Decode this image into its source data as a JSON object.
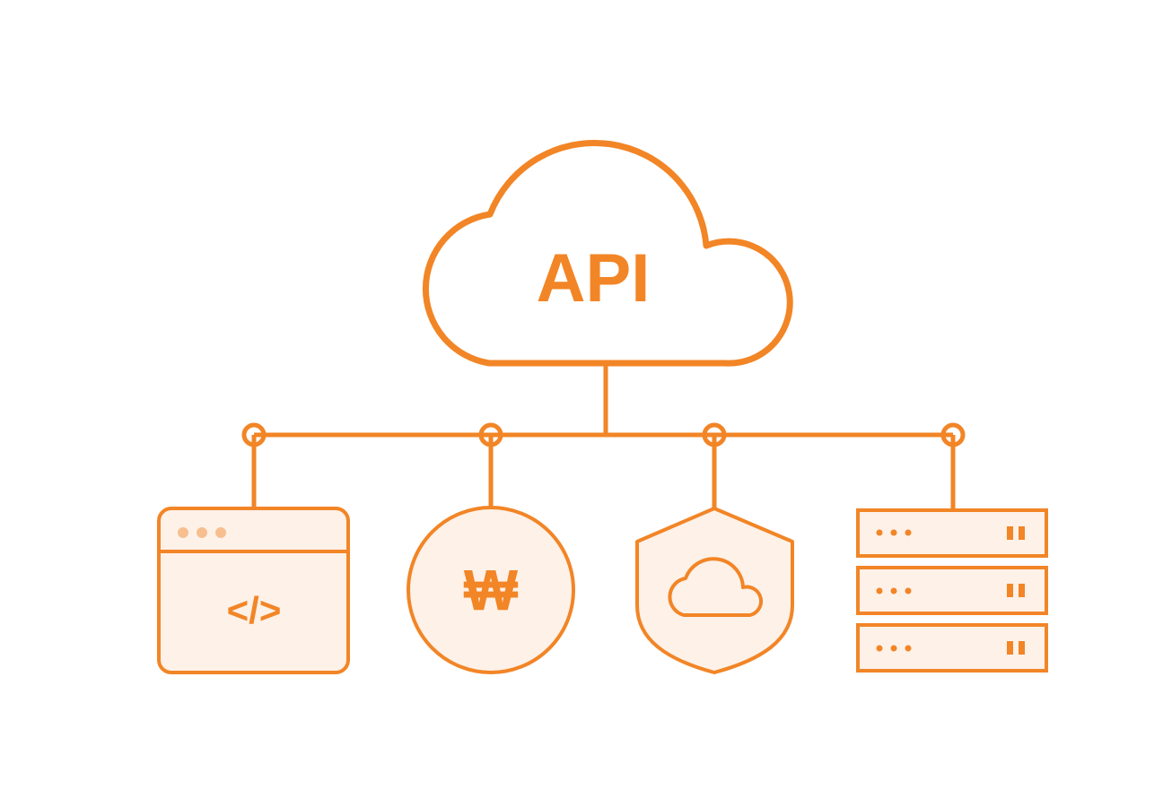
{
  "diagram": {
    "center_label": "API",
    "code_symbol": "</>",
    "currency_symbol": "₩",
    "nodes": [
      {
        "name": "browser-code-window"
      },
      {
        "name": "currency-coin"
      },
      {
        "name": "cloud-security-shield"
      },
      {
        "name": "server-rack"
      }
    ]
  },
  "colors": {
    "accent": "#F28526",
    "fill_light": "#FDF1E8",
    "dots_light": "#F7BF90",
    "background": "#FFFFFF"
  }
}
